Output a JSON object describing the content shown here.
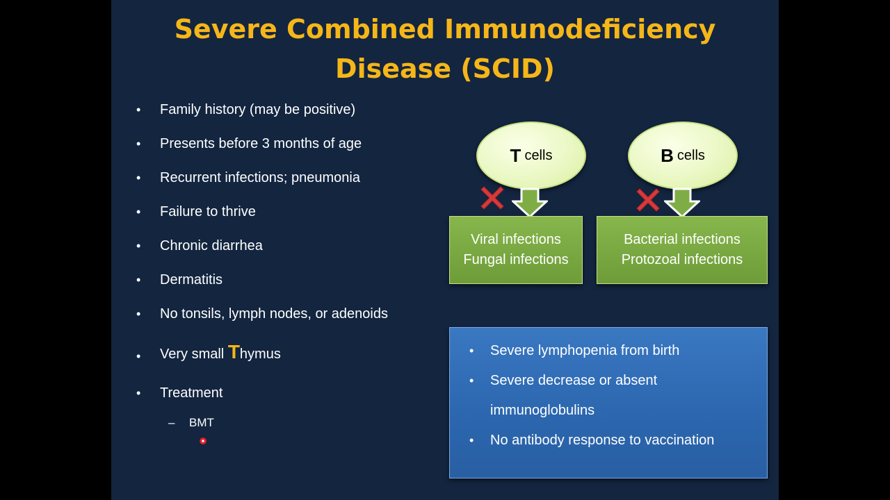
{
  "slide": {
    "title_line1": "Severe Combined Immunodeficiency",
    "title_line2": "Disease (SCID)",
    "bullets": [
      "Family history  (may be positive)",
      "Presents before 3 months of age",
      "Recurrent infections; pneumonia",
      "Failure to thrive",
      "Chronic diarrhea",
      "Dermatitis",
      "No tonsils, lymph nodes, or adenoids"
    ],
    "thymus": {
      "prefix": "Very small ",
      "letter": "T",
      "rest": "hymus"
    },
    "treatment": "Treatment",
    "treatment_sub": "BMT",
    "bullet_glyph": "•",
    "dash_glyph": "–",
    "t_cells": {
      "letter": "T",
      "word": "cells"
    },
    "b_cells": {
      "letter": "B",
      "word": "cells"
    },
    "t_infections": [
      "Viral infections",
      "Fungal infections"
    ],
    "b_infections": [
      "Bacterial infections",
      "Protozoal infections"
    ],
    "labs": [
      "Severe lymphopenia from birth",
      "Severe decrease or absent",
      "immunoglobulins",
      "No antibody response to vaccination"
    ],
    "icons": {
      "cross": "red-x-icon",
      "arrow": "down-arrow-icon",
      "pointer": "laser-pointer-icon"
    },
    "colors": {
      "background": "#13253f",
      "title": "#f5b619",
      "green_box": "#7aab42",
      "blue_box": "#3370ba",
      "cross": "#d63a3a"
    }
  }
}
